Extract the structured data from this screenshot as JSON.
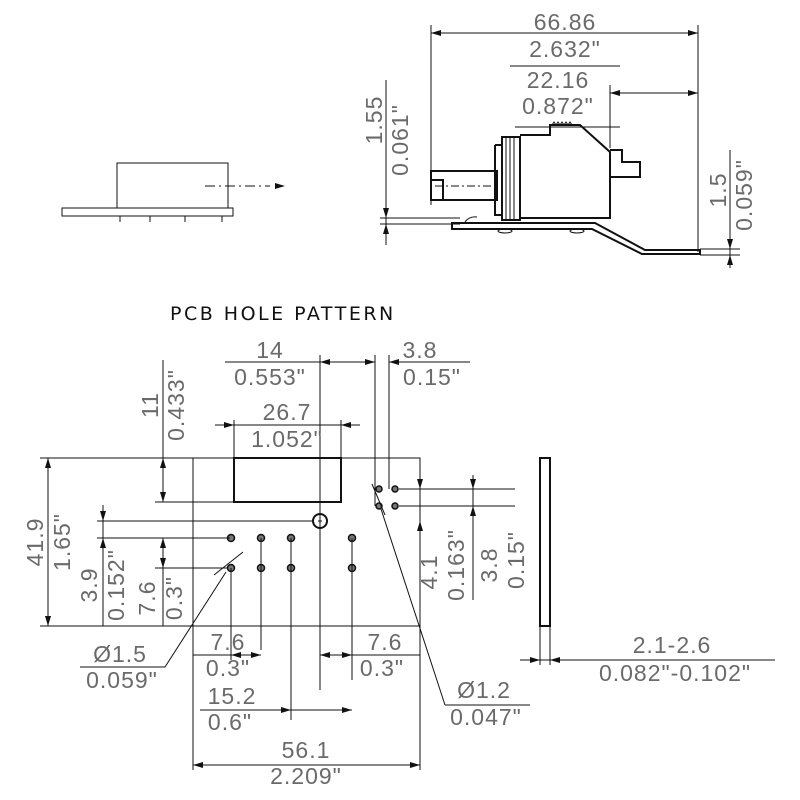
{
  "title": "PCB HOLE PATTERN",
  "side_view": {
    "overall_length": {
      "mm": "66.86",
      "in": "2.632\""
    },
    "rear_length": {
      "mm": "22.16",
      "in": "0.872\""
    },
    "standoff": {
      "mm": "1.55",
      "in": "0.061\""
    },
    "plate_thickness": {
      "mm": "1.5",
      "in": "0.059\""
    }
  },
  "hole_pattern": {
    "dim_14": {
      "mm": "14",
      "in": "0.553\""
    },
    "dim_3_8_top": {
      "mm": "3.8",
      "in": "0.15\""
    },
    "dim_26_7": {
      "mm": "26.7",
      "in": "1.052\""
    },
    "dim_11": {
      "mm": "11",
      "in": "0.433\""
    },
    "dim_41_9": {
      "mm": "41.9",
      "in": "1.65\""
    },
    "dim_3_9": {
      "mm": "3.9",
      "in": "0.152\""
    },
    "dim_7_6_v": {
      "mm": "7.6",
      "in": "0.3\""
    },
    "dim_4_1": {
      "mm": "4.1",
      "in": "0.163\""
    },
    "dim_3_8_v": {
      "mm": "3.8",
      "in": "0.15\""
    },
    "dim_7_6_left": {
      "mm": "7.6",
      "in": "0.3\""
    },
    "dim_7_6_right": {
      "mm": "7.6",
      "in": "0.3\""
    },
    "hole_1_5": {
      "mm": "Ø1.5",
      "in": "0.059\""
    },
    "hole_1_2": {
      "mm": "Ø1.2",
      "in": "0.047\""
    },
    "dim_15_2": {
      "mm": "15.2",
      "in": "0.6\""
    },
    "dim_56_1": {
      "mm": "56.1",
      "in": "2.209\""
    },
    "panel_thickness": {
      "mm": "2.1-2.6",
      "in": "0.082\"-0.102\""
    }
  }
}
